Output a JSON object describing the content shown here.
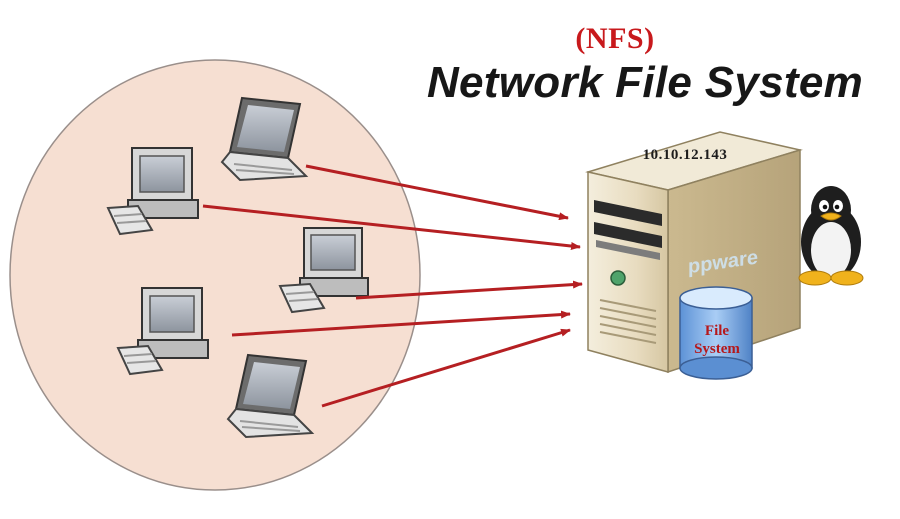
{
  "diagram": {
    "abbreviation": "(NFS)",
    "title": "Network File System",
    "server": {
      "ip": "10.10.12.143",
      "brand_logo": "ppware"
    },
    "storage": {
      "line1": "File",
      "line2": "System"
    },
    "clients": [
      {
        "kind": "laptop-icon"
      },
      {
        "kind": "desktop-icon"
      },
      {
        "kind": "desktop-icon"
      },
      {
        "kind": "desktop-icon"
      },
      {
        "kind": "laptop-icon"
      }
    ],
    "connection_count": 5,
    "os_icon": "tux-penguin-icon"
  },
  "colors": {
    "network_circle": "#f6dfd2",
    "arrow": "#b51f22",
    "abbreviation": "#c8191c",
    "title": "#171717",
    "storage_label": "#b5181b",
    "server_body": "#e9dfc5"
  }
}
